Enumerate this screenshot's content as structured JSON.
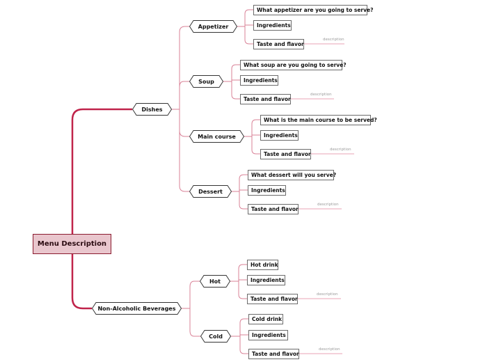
{
  "colors": {
    "root_fill": "#e9c6cd",
    "root_border": "#8a1a2e",
    "main_line": "#c0234a",
    "branch_line": "#d98096",
    "desc_line": "#e8a3b4"
  },
  "root": {
    "label": "Menu Description"
  },
  "dishes": {
    "label": "Dishes",
    "appetizer": {
      "label": "Appetizer",
      "question": "What appetizer are you going to serve?",
      "ingredients": "Ingredients",
      "taste": "Taste and flavor",
      "description": "description"
    },
    "soup": {
      "label": "Soup",
      "question": "What soup are you going to serve?",
      "ingredients": "Ingredients",
      "taste": "Taste and flavor",
      "description": "description"
    },
    "main_course": {
      "label": "Main course",
      "question": "What is the main course to be served?",
      "ingredients": "Ingredients",
      "taste": "Taste and flavor",
      "description": "description"
    },
    "dessert": {
      "label": "Dessert",
      "question": "What dessert will you serve?",
      "ingredients": "Ingredients",
      "taste": "Taste and flavor",
      "description": "description"
    }
  },
  "beverages": {
    "label": "Non-Alcoholic Beverages",
    "hot": {
      "label": "Hot",
      "drink": "Hot drink",
      "ingredients": "Ingredients",
      "taste": "Taste and flavor",
      "description": "description"
    },
    "cold": {
      "label": "Cold",
      "drink": "Cold drink",
      "ingredients": "Ingredients",
      "taste": "Taste and flavor",
      "description": "description"
    }
  }
}
